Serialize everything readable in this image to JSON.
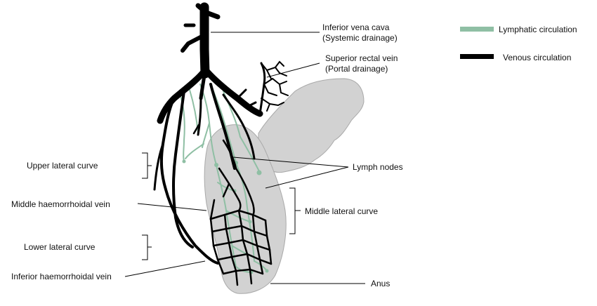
{
  "colors": {
    "lymphatic": "#8fbfa4",
    "venous": "#000000",
    "tissue": "#d2d2d2",
    "tissue_stroke": "#a9a9a9",
    "leader": "#000000"
  },
  "legend": {
    "lymphatic_label": "Lymphatic circulation",
    "venous_label": "Venous circulation"
  },
  "labels": {
    "ivc_line1": "Inferior vena cava",
    "ivc_line2": "(Systemic drainage)",
    "srv_line1": "Superior rectal vein",
    "srv_line2": "(Portal drainage)",
    "upper_lateral_curve": "Upper lateral curve",
    "middle_haemorrhoidal_vein": "Middle haemorrhoidal vein",
    "lower_lateral_curve": "Lower lateral curve",
    "inferior_haemorrhoidal_vein": "Inferior haemorrhoidal vein",
    "lymph_nodes": "Lymph nodes",
    "middle_lateral_curve": "Middle lateral curve",
    "anus": "Anus"
  }
}
